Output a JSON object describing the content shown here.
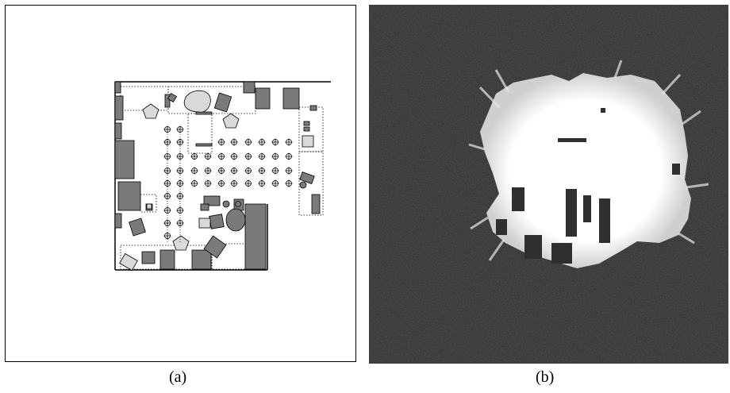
{
  "panels": [
    {
      "id": "a",
      "caption": "(a)"
    },
    {
      "id": "b",
      "caption": "(b)"
    }
  ],
  "colors": {
    "furniture": "#7a7a7a",
    "furniture_light": "#d9d9d9",
    "map_background": "#2a2a2a",
    "free_space": "#ffffff",
    "outline": "#000000"
  },
  "legend_icons": [
    "crosshair-marker-icon",
    "pentagon-obstacle-icon"
  ]
}
